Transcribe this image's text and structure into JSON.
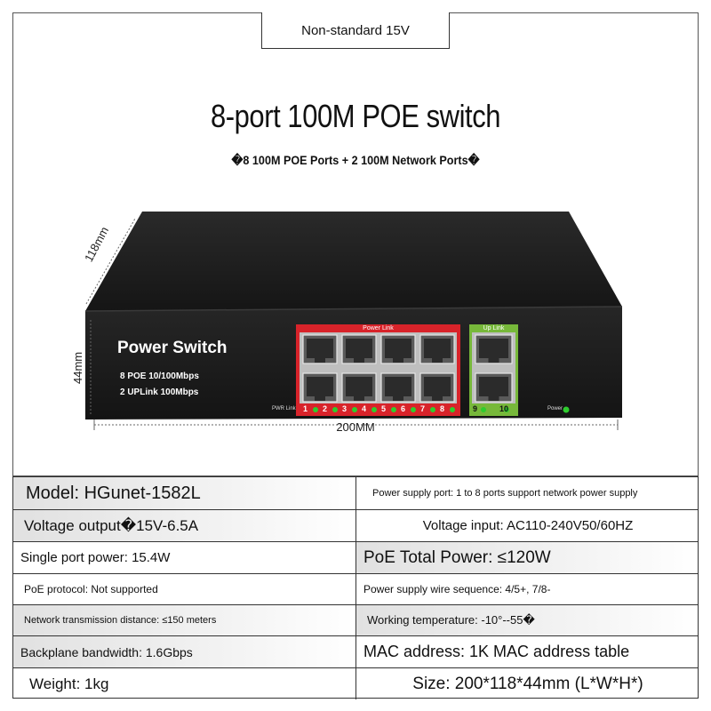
{
  "header": {
    "voltage_tag": "Non-standard 15V",
    "title": "8-port 100M POE switch",
    "subtitle": "�8 100M POE Ports + 2 100M Network Ports�"
  },
  "device": {
    "brand_label": "Power Switch",
    "spec_line_1": "8 POE 10/100Mbps",
    "spec_line_2": "2 UPLink 100Mbps",
    "power_link_label": "Power Link",
    "uplink_label": "Up Link",
    "pwr_link_label": "PWR Link",
    "power_label": "Power",
    "port_numbers": [
      "1",
      "2",
      "3",
      "4",
      "5",
      "6",
      "7",
      "8"
    ],
    "uplink_numbers": [
      "9",
      "10"
    ],
    "colors": {
      "body": "#1e1e1e",
      "poe_panel": "#d8232a",
      "uplink_panel": "#77b83a",
      "led": "#2ecc2e"
    }
  },
  "dimensions": {
    "depth": "118mm",
    "height": "44mm",
    "width": "200MM"
  },
  "specs": [
    {
      "left": "Model: HGunet-1582L",
      "right": "Power supply port: 1 to 8 ports support network power supply"
    },
    {
      "left": "Voltage output�15V-6.5A",
      "right": "Voltage input: AC110-240V50/60HZ"
    },
    {
      "left": "Single port power: 15.4W",
      "right": "PoE Total Power: ≤120W"
    },
    {
      "left": "PoE protocol: Not supported",
      "right": "Power supply wire sequence: 4/5+, 7/8-"
    },
    {
      "left": "Network transmission distance: ≤150 meters",
      "right": "Working temperature: -10°--55�"
    },
    {
      "left": "Backplane bandwidth: 1.6Gbps",
      "right": "MAC address: 1K MAC address table"
    },
    {
      "left": "Weight: 1kg",
      "right": "Size: 200*118*44mm (L*W*H*)"
    }
  ]
}
